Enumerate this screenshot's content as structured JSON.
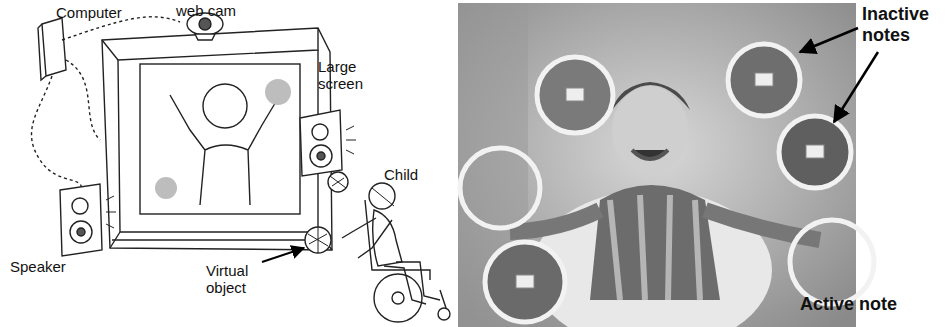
{
  "diagram": {
    "labels": [
      "Computer",
      "web cam",
      "Large screen",
      "Child",
      "Speaker",
      "Virtual object",
      "Inactive notes",
      "Active note"
    ]
  }
}
